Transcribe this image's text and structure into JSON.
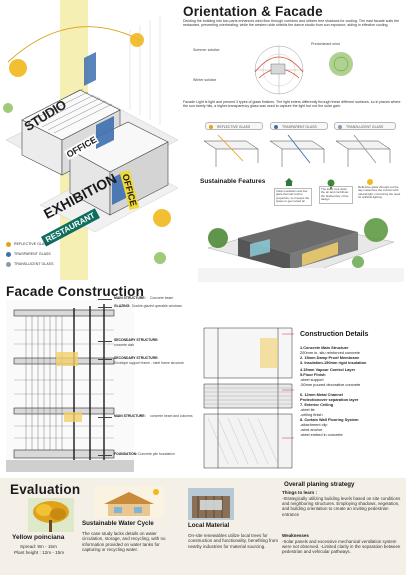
{
  "orientation": {
    "title": "Orientation & Facade",
    "intro": "Dividing the building into two parts enhances wind flow through corridors and utilizes tree shadows for cooling. The east facade suits the restaurant, preventing overheating, while the western side shields the dance studio from sun exposure, aiding in effective cooling.",
    "labels": {
      "summer": "Summer solstice",
      "winter": "Winter solstice",
      "wind": "Predominant wind"
    },
    "glass_text": "Facade Light is light and present 3 types of glass finishes. The light enters differently through these different surfaces, so in places where the sun barely hits, a higher-transparency glass was used to capture the light but not the solar gain.",
    "glass_types": [
      "REFLECTIVE GLASS",
      "TRASPARENT GLASS",
      "TRANSLUCENT GLASS"
    ]
  },
  "axo": {
    "signs": [
      "STUDIO",
      "OFFICE",
      "EXHIBITION",
      "RESTAURANT",
      "OFFICE"
    ],
    "legend": [
      {
        "label": "REFLECTIVE GLASS",
        "color": "#e8a21a"
      },
      {
        "label": "TRASPARENT GLASS",
        "color": "#3d6fb0"
      },
      {
        "label": "TRANSLUCENT GLASS",
        "color": "#8a9bb0"
      }
    ]
  },
  "sustainable": {
    "title": "Sustainable Features",
    "notes": [
      "Clean insulation and low glare thermal control properties, so it keeps the space to get cooled air",
      "The trees cool down the air and contribute the biodiversity of the design",
      "Reflective glass through out the day maximizes the comfort with natural light, minimizing the need for artificial lighting"
    ]
  },
  "facade": {
    "title": "Facade Construction",
    "callouts": [
      {
        "head": "MAIN STRUCTURE:",
        "text": "Concrete beam"
      },
      {
        "head": "GLAZING:",
        "text": "Double glazed operable windows"
      },
      {
        "head": "SECONDARY STRUCTURE:",
        "text": "concrete slab"
      },
      {
        "head": "SECONDARY STRUCTURE:",
        "text": "Envelope support frame - steel frame structure"
      },
      {
        "head": "MAIN STRUCTURE:",
        "text": "concrete beam and columns"
      },
      {
        "head": "FOUNDATION:",
        "text": "Concrete pile foundation"
      }
    ]
  },
  "construction": {
    "title": "Construction Details",
    "items": [
      "1.Concrete Main Structure",
      "200mm in- situ reinforced concrete",
      "2. 15mm Damp Proof Membrane",
      "3. Insulation-150mm rigid insulation",
      "4.15mm Vapour Control Layer",
      "5.Floor Finish",
      "-steel support",
      "-50mm poured decorative concrete",
      "6. 12mm Metal Channel",
      "Protectionover separation layer",
      "7. Exterior Ceiling",
      "-steel tie",
      "-ceiling finish",
      "8. Curtain Wall Flooring System",
      "-attachment clip",
      "-wind anchor",
      "-steel embed in concrete"
    ]
  },
  "evaluation": {
    "title": "Evaluation",
    "poinciana": {
      "title": "Yellow poinciana",
      "spread": "Spread: 9m - 15m",
      "height": "Plant height : 12m - 15m"
    },
    "water": {
      "title": "Sustainable Water Cycle",
      "text": "The case study lacks details on water circulation, storage, and recycling, with no information provided on water tanks for capturing or recycling water."
    },
    "material": {
      "title": "Local Material",
      "text": "On-site renewables utilize local trees for construction and functionality, benefiting from nearby industries for material sourcing."
    },
    "strategy": {
      "title": "Overall planing strategy",
      "learn_head": "Things to learn :",
      "learn": "-Strategically utilizing building levels based on site conditions and neighboring structures. Employing shadows, vegetation, and building orientation to create an inviting pedestrian entrance",
      "weak_head": "Weaknesses",
      "weak": "-Solar panels and excessive mechanical ventilation system were not observed. -Limited clarity in the separation between pedestrian and vehicular pathways."
    }
  }
}
